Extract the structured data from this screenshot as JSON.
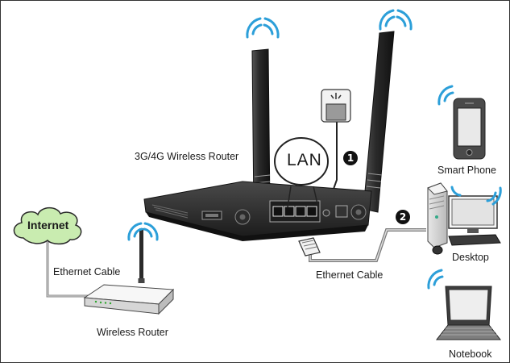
{
  "labels": {
    "main_router": "3G/4G Wireless Router",
    "lan_port": "LAN",
    "internet": "Internet",
    "ethernet_cable_left": "Ethernet Cable",
    "wireless_router": "Wireless Router",
    "ethernet_cable_bottom": "Ethernet Cable",
    "smart_phone": "Smart Phone",
    "desktop": "Desktop",
    "notebook": "Notebook"
  },
  "steps": {
    "step1": "1",
    "step2": "2"
  },
  "icons": {
    "power_adapter": "power-adapter-icon",
    "wifi_signal": "wifi-signal-icon",
    "cloud": "cloud-icon"
  },
  "colors": {
    "wifi": "#2c9fd9",
    "cloud": "#c9ecb0",
    "router_body": "#2b2b2b",
    "cable": "#888888"
  }
}
